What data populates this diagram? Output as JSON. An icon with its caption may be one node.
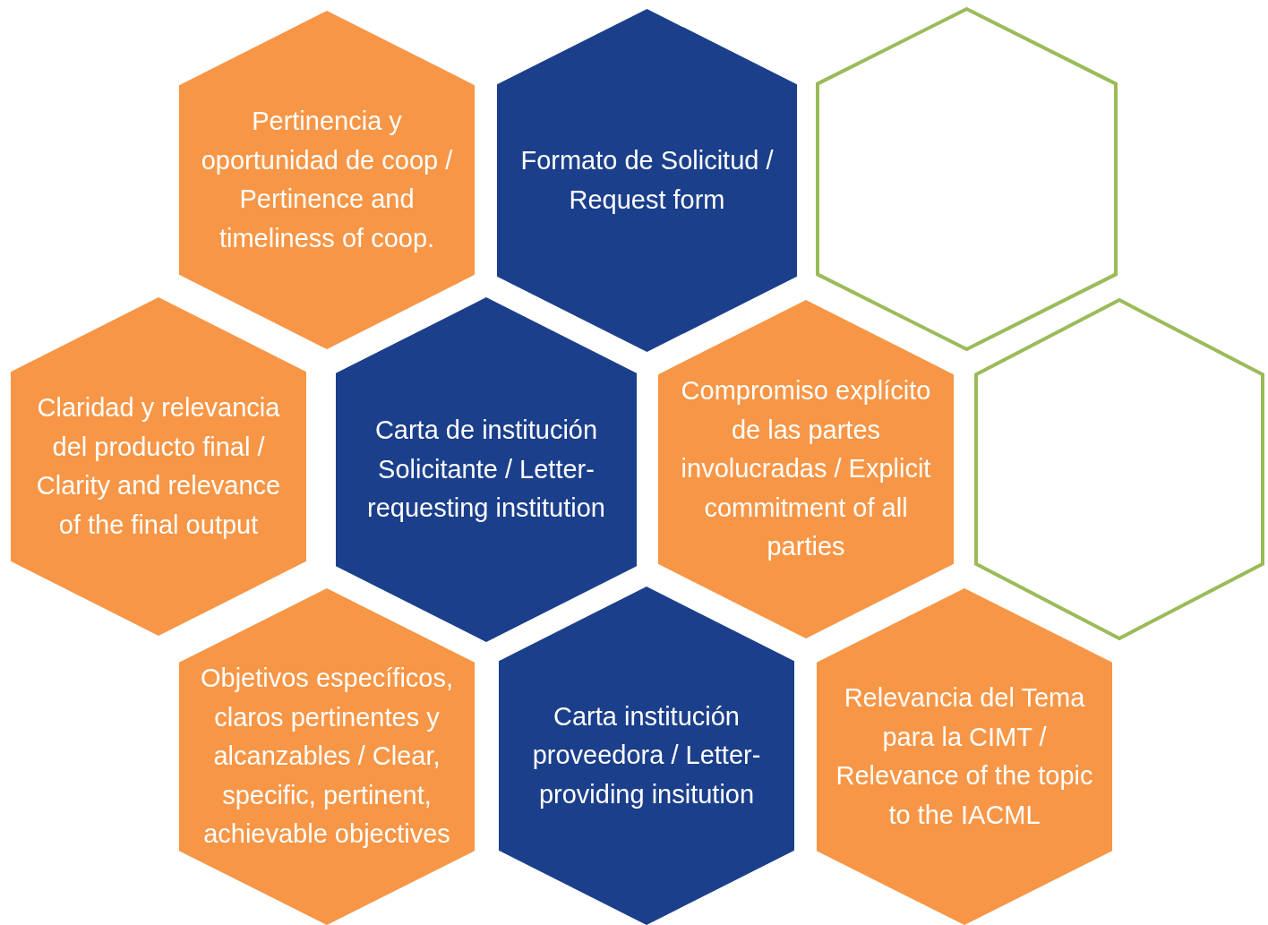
{
  "diagram": {
    "nodes": [
      {
        "text": [
          "Pertinencia y oportunidad de coop / Pertinence and timeliness of coop."
        ]
      },
      {
        "text": [
          "Formato de Solicitud / Request form"
        ]
      },
      {
        "text": [],
        "shape": "hexagon"
      },
      {
        "text": [
          "Claridad y relevancia del producto final / Clarity and relevance of the final output"
        ]
      },
      {
        "text": [
          "Carta de institución Solicitante / Letter-requesting institution"
        ]
      },
      {
        "text": [
          "Compromiso explícito de las partes involucradas / Explicit commitment of all parties"
        ]
      },
      {
        "text": [],
        "shape": "hexagon"
      },
      {
        "text": [
          "Objetivos específicos, claros pertinentes y alcanzables / Clear, specific, pertinent, achievable objectives"
        ]
      },
      {
        "text": [
          "Carta institución proveedora / Letter-providing insitution"
        ]
      },
      {
        "text": [
          "Relevancia del Tema para la CIMT / Relevance of the topic to the IACML"
        ]
      }
    ],
    "edges": []
  }
}
